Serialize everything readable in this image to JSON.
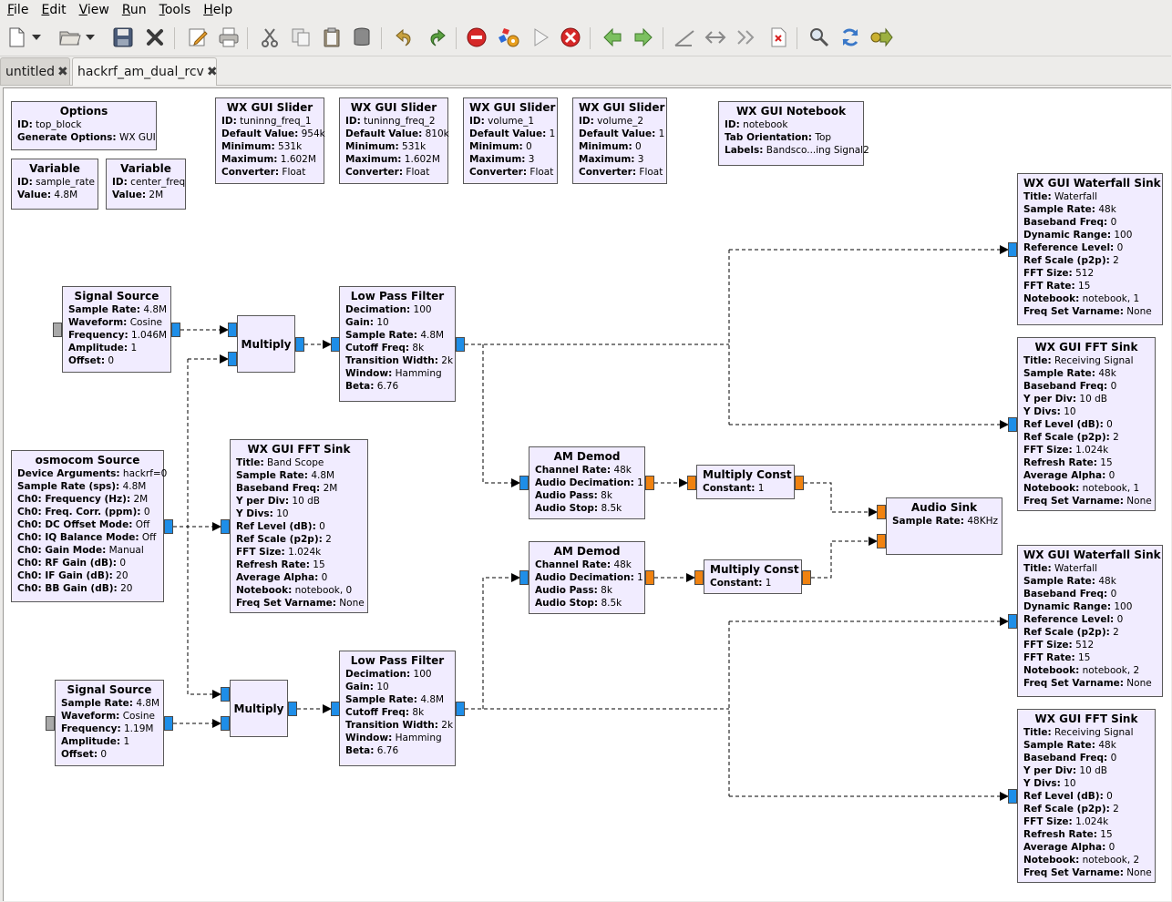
{
  "menu": {
    "file": {
      "key": "F",
      "rest": "ile"
    },
    "edit": {
      "key": "E",
      "rest": "dit"
    },
    "view": {
      "key": "V",
      "rest": "iew"
    },
    "run": {
      "key": "R",
      "rest": "un"
    },
    "tools": {
      "key": "T",
      "rest": "ools"
    },
    "help": {
      "key": "H",
      "rest": "elp"
    }
  },
  "toolbar": {
    "icons": [
      "new-icon",
      "dropdown-arrow-icon",
      "open-icon",
      "dropdown-arrow-icon",
      "save-icon",
      "close-icon",
      "edit-icon",
      "print-icon",
      "cut-icon",
      "copy-icon",
      "paste-icon",
      "delete-icon",
      "undo-icon",
      "redo-icon",
      "stop-icon",
      "generate-icon",
      "play-icon",
      "kill-icon",
      "back-icon",
      "forward-icon",
      "rotate-ccw-icon",
      "rotate-cw-icon",
      "bypass-icon",
      "disable-icon",
      "find-icon",
      "reload-icon",
      "raise-icon"
    ]
  },
  "tabs": [
    {
      "label": "untitled",
      "active": false
    },
    {
      "label": "hackrf_am_dual_rcv",
      "active": true
    }
  ],
  "colors": {
    "block_bg": "#f1ecff",
    "port_complex": "#1e8ee8",
    "port_float": "#f08210",
    "port_message": "#a9a9a9"
  },
  "blocks": [
    {
      "id": "options",
      "title": "Options",
      "params": [
        [
          "ID:",
          "top_block"
        ],
        [
          "Generate Options:",
          "WX GUI"
        ]
      ]
    },
    {
      "id": "var1",
      "title": "Variable",
      "params": [
        [
          "ID:",
          "sample_rate"
        ],
        [
          "Value:",
          "4.8M"
        ]
      ]
    },
    {
      "id": "var2",
      "title": "Variable",
      "params": [
        [
          "ID:",
          "center_freq"
        ],
        [
          "Value:",
          "2M"
        ]
      ]
    },
    {
      "id": "slider1",
      "title": "WX GUI Slider",
      "params": [
        [
          "ID:",
          "tuninng_freq_1"
        ],
        [
          "Default Value:",
          "954k"
        ],
        [
          "Minimum:",
          "531k"
        ],
        [
          "Maximum:",
          "1.602M"
        ],
        [
          "Converter:",
          "Float"
        ]
      ]
    },
    {
      "id": "slider2",
      "title": "WX GUI Slider",
      "params": [
        [
          "ID:",
          "tuninng_freq_2"
        ],
        [
          "Default Value:",
          "810k"
        ],
        [
          "Minimum:",
          "531k"
        ],
        [
          "Maximum:",
          "1.602M"
        ],
        [
          "Converter:",
          "Float"
        ]
      ]
    },
    {
      "id": "slider3",
      "title": "WX GUI Slider",
      "params": [
        [
          "ID:",
          "volume_1"
        ],
        [
          "Default Value:",
          "1"
        ],
        [
          "Minimum:",
          "0"
        ],
        [
          "Maximum:",
          "3"
        ],
        [
          "Converter:",
          "Float"
        ]
      ]
    },
    {
      "id": "slider4",
      "title": "WX GUI Slider",
      "params": [
        [
          "ID:",
          "volume_2"
        ],
        [
          "Default Value:",
          "1"
        ],
        [
          "Minimum:",
          "0"
        ],
        [
          "Maximum:",
          "3"
        ],
        [
          "Converter:",
          "Float"
        ]
      ]
    },
    {
      "id": "notebook",
      "title": "WX GUI Notebook",
      "params": [
        [
          "ID:",
          "notebook"
        ],
        [
          "Tab Orientation:",
          "Top"
        ],
        [
          "Labels:",
          "Bandsco...ing Signal2"
        ]
      ]
    },
    {
      "id": "sigsrc1",
      "title": "Signal Source",
      "params": [
        [
          "Sample Rate:",
          "4.8M"
        ],
        [
          "Waveform:",
          "Cosine"
        ],
        [
          "Frequency:",
          "1.046M"
        ],
        [
          "Amplitude:",
          "1"
        ],
        [
          "Offset:",
          "0"
        ]
      ]
    },
    {
      "id": "mult1",
      "title": "Multiply",
      "params": []
    },
    {
      "id": "lpf1",
      "title": "Low Pass Filter",
      "params": [
        [
          "Decimation:",
          "100"
        ],
        [
          "Gain:",
          "10"
        ],
        [
          "Sample Rate:",
          "4.8M"
        ],
        [
          "Cutoff Freq:",
          "8k"
        ],
        [
          "Transition Width:",
          "2k"
        ],
        [
          "Window:",
          "Hamming"
        ],
        [
          "Beta:",
          "6.76"
        ]
      ]
    },
    {
      "id": "osmo",
      "title": "osmocom Source",
      "params": [
        [
          "Device Arguments:",
          "hackrf=0"
        ],
        [
          "Sample Rate (sps):",
          "4.8M"
        ],
        [
          "Ch0: Frequency (Hz):",
          "2M"
        ],
        [
          "Ch0: Freq. Corr. (ppm):",
          "0"
        ],
        [
          "Ch0: DC Offset Mode:",
          "Off"
        ],
        [
          "Ch0: IQ Balance Mode:",
          "Off"
        ],
        [
          "Ch0: Gain Mode:",
          "Manual"
        ],
        [
          "Ch0: RF Gain (dB):",
          "0"
        ],
        [
          "Ch0: IF Gain (dB):",
          "20"
        ],
        [
          "Ch0: BB Gain (dB):",
          "20"
        ]
      ]
    },
    {
      "id": "fft0",
      "title": "WX GUI FFT Sink",
      "params": [
        [
          "Title:",
          "Band Scope"
        ],
        [
          "Sample Rate:",
          "4.8M"
        ],
        [
          "Baseband Freq:",
          "2M"
        ],
        [
          "Y per Div:",
          "10 dB"
        ],
        [
          "Y Divs:",
          "10"
        ],
        [
          "Ref Level (dB):",
          "0"
        ],
        [
          "Ref Scale (p2p):",
          "2"
        ],
        [
          "FFT Size:",
          "1.024k"
        ],
        [
          "Refresh Rate:",
          "15"
        ],
        [
          "Average Alpha:",
          "0"
        ],
        [
          "Notebook:",
          "notebook, 0"
        ],
        [
          "Freq Set Varname:",
          "None"
        ]
      ]
    },
    {
      "id": "amdemod1",
      "title": "AM Demod",
      "params": [
        [
          "Channel Rate:",
          "48k"
        ],
        [
          "Audio Decimation:",
          "1"
        ],
        [
          "Audio Pass:",
          "8k"
        ],
        [
          "Audio Stop:",
          "8.5k"
        ]
      ]
    },
    {
      "id": "mconst1",
      "title": "Multiply Const",
      "params": [
        [
          "Constant:",
          "1"
        ]
      ]
    },
    {
      "id": "audiosink",
      "title": "Audio Sink",
      "params": [
        [
          "Sample Rate:",
          "48KHz"
        ]
      ]
    },
    {
      "id": "amdemod2",
      "title": "AM Demod",
      "params": [
        [
          "Channel Rate:",
          "48k"
        ],
        [
          "Audio Decimation:",
          "1"
        ],
        [
          "Audio Pass:",
          "8k"
        ],
        [
          "Audio Stop:",
          "8.5k"
        ]
      ]
    },
    {
      "id": "mconst2",
      "title": "Multiply Const",
      "params": [
        [
          "Constant:",
          "1"
        ]
      ]
    },
    {
      "id": "sigsrc2",
      "title": "Signal Source",
      "params": [
        [
          "Sample Rate:",
          "4.8M"
        ],
        [
          "Waveform:",
          "Cosine"
        ],
        [
          "Frequency:",
          "1.19M"
        ],
        [
          "Amplitude:",
          "1"
        ],
        [
          "Offset:",
          "0"
        ]
      ]
    },
    {
      "id": "mult2",
      "title": "Multiply",
      "params": []
    },
    {
      "id": "lpf2",
      "title": "Low Pass Filter",
      "params": [
        [
          "Decimation:",
          "100"
        ],
        [
          "Gain:",
          "10"
        ],
        [
          "Sample Rate:",
          "4.8M"
        ],
        [
          "Cutoff Freq:",
          "8k"
        ],
        [
          "Transition Width:",
          "2k"
        ],
        [
          "Window:",
          "Hamming"
        ],
        [
          "Beta:",
          "6.76"
        ]
      ]
    },
    {
      "id": "wf1",
      "title": "WX GUI Waterfall Sink",
      "params": [
        [
          "Title:",
          "Waterfall"
        ],
        [
          "Sample Rate:",
          "48k"
        ],
        [
          "Baseband Freq:",
          "0"
        ],
        [
          "Dynamic Range:",
          "100"
        ],
        [
          "Reference Level:",
          "0"
        ],
        [
          "Ref Scale (p2p):",
          "2"
        ],
        [
          "FFT Size:",
          "512"
        ],
        [
          "FFT Rate:",
          "15"
        ],
        [
          "Notebook:",
          "notebook, 1"
        ],
        [
          "Freq Set Varname:",
          "None"
        ]
      ]
    },
    {
      "id": "fft1",
      "title": "WX GUI FFT Sink",
      "params": [
        [
          "Title:",
          "Receiving Signal"
        ],
        [
          "Sample Rate:",
          "48k"
        ],
        [
          "Baseband Freq:",
          "0"
        ],
        [
          "Y per Div:",
          "10 dB"
        ],
        [
          "Y Divs:",
          "10"
        ],
        [
          "Ref Level (dB):",
          "0"
        ],
        [
          "Ref Scale (p2p):",
          "2"
        ],
        [
          "FFT Size:",
          "1.024k"
        ],
        [
          "Refresh Rate:",
          "15"
        ],
        [
          "Average Alpha:",
          "0"
        ],
        [
          "Notebook:",
          "notebook, 1"
        ],
        [
          "Freq Set Varname:",
          "None"
        ]
      ]
    },
    {
      "id": "wf2",
      "title": "WX GUI Waterfall Sink",
      "params": [
        [
          "Title:",
          "Waterfall"
        ],
        [
          "Sample Rate:",
          "48k"
        ],
        [
          "Baseband Freq:",
          "0"
        ],
        [
          "Dynamic Range:",
          "100"
        ],
        [
          "Reference Level:",
          "0"
        ],
        [
          "Ref Scale (p2p):",
          "2"
        ],
        [
          "FFT Size:",
          "512"
        ],
        [
          "FFT Rate:",
          "15"
        ],
        [
          "Notebook:",
          "notebook, 2"
        ],
        [
          "Freq Set Varname:",
          "None"
        ]
      ]
    },
    {
      "id": "fft2",
      "title": "WX GUI FFT Sink",
      "params": [
        [
          "Title:",
          "Receiving Signal"
        ],
        [
          "Sample Rate:",
          "48k"
        ],
        [
          "Baseband Freq:",
          "0"
        ],
        [
          "Y per Div:",
          "10 dB"
        ],
        [
          "Y Divs:",
          "10"
        ],
        [
          "Ref Level (dB):",
          "0"
        ],
        [
          "Ref Scale (p2p):",
          "2"
        ],
        [
          "FFT Size:",
          "1.024k"
        ],
        [
          "Refresh Rate:",
          "15"
        ],
        [
          "Average Alpha:",
          "0"
        ],
        [
          "Notebook:",
          "notebook, 2"
        ],
        [
          "Freq Set Varname:",
          "None"
        ]
      ]
    }
  ]
}
